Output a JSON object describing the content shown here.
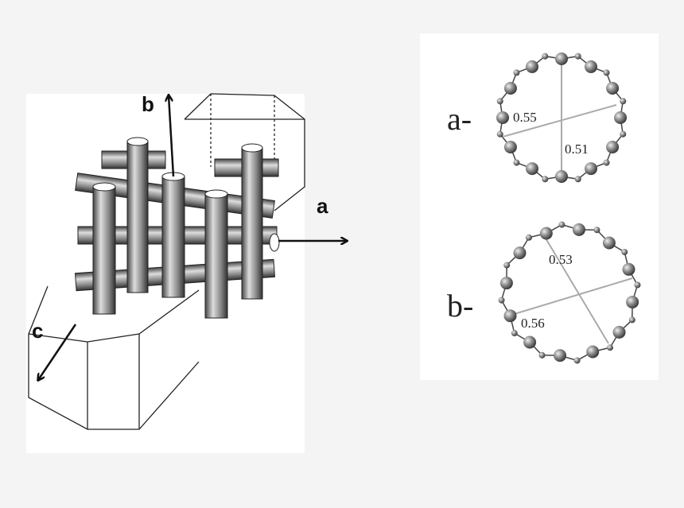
{
  "left_figure": {
    "axes": {
      "a": "a",
      "b": "b",
      "c": "c"
    }
  },
  "right_figure": {
    "panels": [
      {
        "label": "a-",
        "distances": [
          "0.55",
          "0.51"
        ]
      },
      {
        "label": "b-",
        "distances": [
          "0.53",
          "0.56"
        ]
      }
    ]
  },
  "colors": {
    "background": "#f4f4f4",
    "panel": "#ffffff",
    "ink": "#111111",
    "bead": "#7a7a7a",
    "diameter_line": "#aaaaaa"
  }
}
